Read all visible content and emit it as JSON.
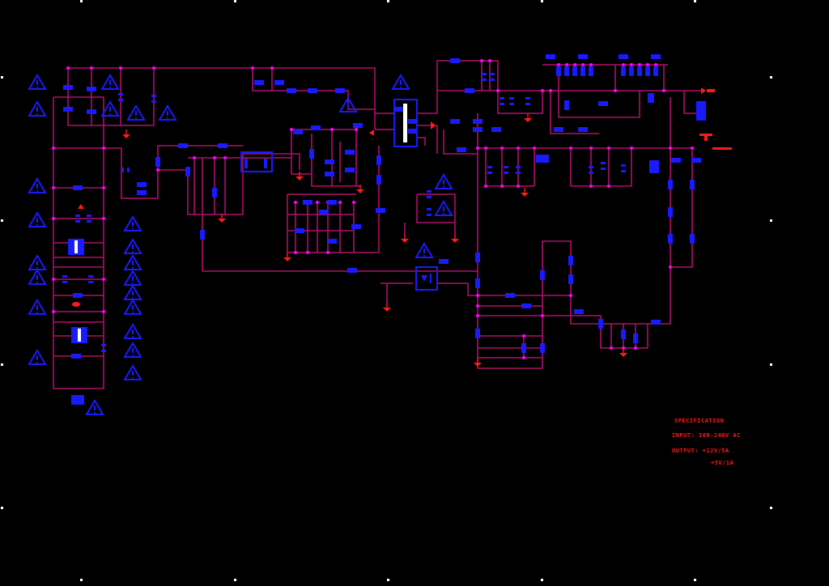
{
  "spec": {
    "title": "SPECIFICATION",
    "input": "INPUT: 100-240V AC",
    "output1": "OUTPUT: +12V/5A",
    "output2": "+5V/1A"
  },
  "colors": {
    "background": "#000000",
    "wire": "#b0106a",
    "component": "#1a1aff",
    "junction": "#ff00ff",
    "ground": "#ff1a1a",
    "spec_text": "#ff1a1a"
  },
  "icons": {
    "warning": "warning-triangle-icon",
    "ground": "ground-symbol-icon",
    "arrow": "red-arrow-icon"
  }
}
